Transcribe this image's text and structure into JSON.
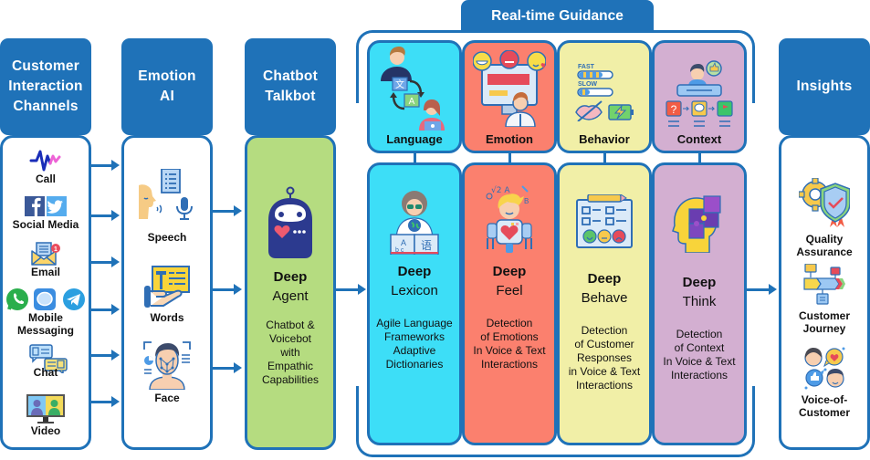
{
  "colors": {
    "accent": "#1f72b8",
    "chatbot_bg": "#b5dc80",
    "language_bg": "#3ddef7",
    "emotion_bg": "#fb806e",
    "behavior_bg": "#f1efa7",
    "context_bg": "#d3afd1"
  },
  "columns": {
    "channels": {
      "title": "Customer\nInteraction\nChannels",
      "items": [
        {
          "label": "Call",
          "icon": "sound-wave-icon"
        },
        {
          "label": "Social Media",
          "icon": "facebook-twitter-icon"
        },
        {
          "label": "Email",
          "icon": "email-notification-icon"
        },
        {
          "label": "Mobile\nMessaging",
          "icon": "messaging-apps-icon"
        },
        {
          "label": "Chat",
          "icon": "chat-bubbles-icon"
        },
        {
          "label": "Video",
          "icon": "video-call-icon"
        }
      ]
    },
    "emotion_ai": {
      "title": "Emotion\nAI",
      "items": [
        {
          "label": "Speech",
          "icon": "speech-voice-icon"
        },
        {
          "label": "Words",
          "icon": "text-hand-icon"
        },
        {
          "label": "Face",
          "icon": "face-recognition-icon"
        }
      ]
    },
    "chatbot": {
      "title": "Chatbot\nTalkbot",
      "name_bold": "Deep",
      "name": "Agent",
      "description": "Chatbot &\nVoicebot\nwith\nEmpathic\nCapabilities",
      "icon": "robot-heart-icon"
    },
    "realtime": {
      "title": "Real-time Guidance",
      "categories": [
        {
          "label": "Language",
          "icon": "translation-icon"
        },
        {
          "label": "Emotion",
          "icon": "emotion-monitor-icon"
        },
        {
          "label": "Behavior",
          "icon": "behavior-speed-icon"
        },
        {
          "label": "Context",
          "icon": "context-flow-icon"
        }
      ],
      "modules": [
        {
          "bold": "Deep",
          "name": "Lexicon",
          "description": "Agile Language\nFrameworks\nAdaptive\nDictionaries",
          "icon": "linguist-book-icon"
        },
        {
          "bold": "Deep",
          "name": "Feel",
          "description": "Detection\nof Emotions\nIn Voice & Text\nInteractions",
          "icon": "robot-heart-kid-icon"
        },
        {
          "bold": "Deep",
          "name": "Behave",
          "description": "Detection\nof Customer\nResponses\nin Voice & Text\nInteractions",
          "icon": "survey-clipboard-icon"
        },
        {
          "bold": "Deep",
          "name": "Think",
          "description": "Detection\nof Context\nIn Voice & Text\nInteractions",
          "icon": "puzzle-head-icon"
        }
      ]
    },
    "insights": {
      "title": "Insights",
      "items": [
        {
          "label": "Quality\nAssurance",
          "icon": "gear-shield-icon"
        },
        {
          "label": "Customer\nJourney",
          "icon": "journey-timeline-icon"
        },
        {
          "label": "Voice-of-\nCustomer",
          "icon": "customer-feedback-icon"
        }
      ]
    }
  }
}
